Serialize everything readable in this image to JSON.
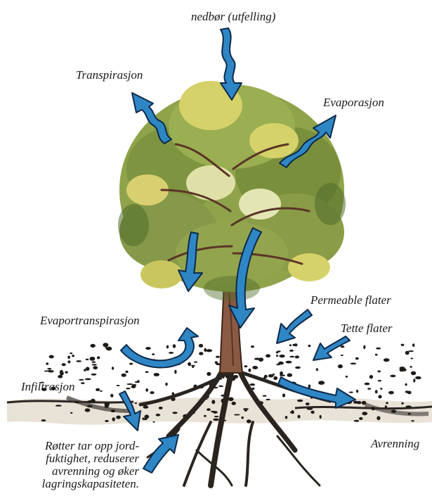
{
  "labels": {
    "precipitation": "nedbør (utfelling)",
    "transpiration": "Transpirasjon",
    "evaporation": "Evaporasjon",
    "evapotranspiration": "Evaportranspirasjon",
    "permeable": "Permeable flater",
    "impermeable": "Tette flater",
    "infiltration": "Infiltrasjon",
    "runoff": "Avrenning"
  },
  "roots_note": {
    "lines": [
      "Røtter tar opp jord-",
      "fuktighet, reduserer",
      "avrenning  og øker",
      "lagringskapasiteten."
    ]
  },
  "colors": {
    "arrow": "#2f86c4",
    "arrow_outline": "#0d2a4a",
    "foliage": "#8fa34a",
    "foliage_dark": "#4f6b2a",
    "foliage_light": "#d6d26a",
    "trunk": "#8a5a44",
    "soil": "#1e1a18"
  }
}
